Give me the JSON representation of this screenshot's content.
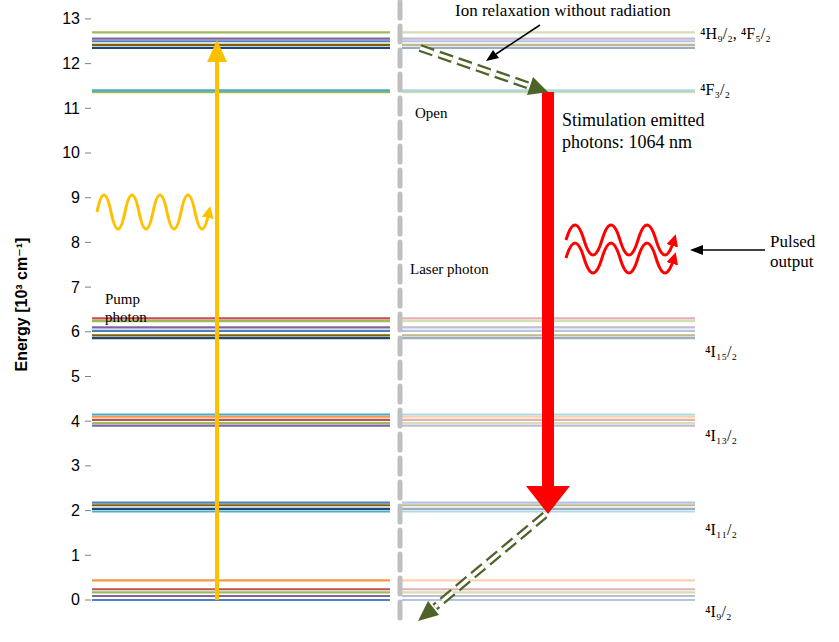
{
  "diagram": {
    "labels": [
      "Ion relaxation without radiation",
      "⁴H₉/₂, ⁴F₅/₂",
      "⁴F₃/₂",
      "Open",
      "Stimulation emitted photons: 1064 nm",
      "Pulsed output",
      "Pump photon",
      "Laser photon",
      "⁴I₁₅/₂",
      "⁴I₁₃/₂",
      "⁴I₁₁/₂",
      "⁴I₉/₂",
      "Energy [10³ cm⁻¹]",
      "13",
      "12",
      "11",
      "10",
      "9",
      "8",
      "7",
      "6",
      "5",
      "4",
      "3",
      "2",
      "1",
      "0"
    ]
  }
}
